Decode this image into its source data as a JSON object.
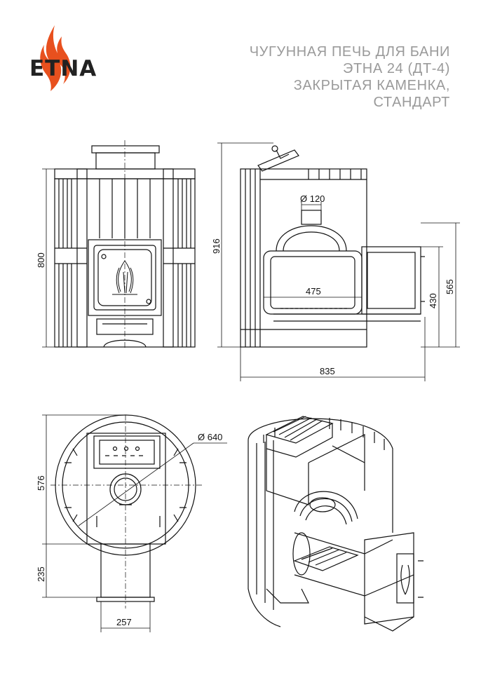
{
  "brand": {
    "name": "ETNA",
    "accent_color": "#e8501e",
    "flame_icon": "flame-icon"
  },
  "title_lines": [
    "ЧУГУННАЯ ПЕЧЬ ДЛЯ БАНИ",
    "ЭТНА 24 (ДТ-4)",
    "ЗАКРЫТАЯ КАМЕНКА,",
    "СТАНДАРТ"
  ],
  "dimensions": {
    "front_height": "800",
    "side_total_height": "916",
    "chimney_diameter": "Ø 120",
    "firebox_length": "475",
    "side_height_upper": "565",
    "side_height_lower": "430",
    "total_depth": "835",
    "body_diameter": "Ø 640",
    "top_view_depth": "576",
    "tunnel_length": "235",
    "tunnel_width": "257"
  }
}
